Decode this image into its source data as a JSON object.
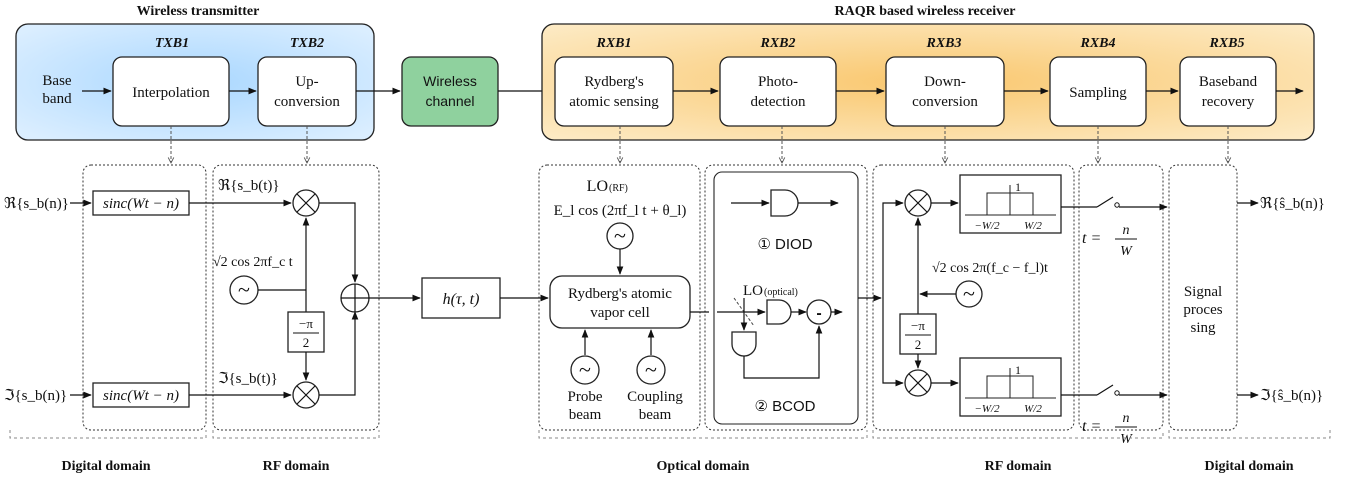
{
  "groups": {
    "transmitter_title": "Wireless transmitter",
    "receiver_title": "RAQR based wireless receiver"
  },
  "colors": {
    "transmitter_fill": "#dbeeff",
    "transmitter_glow": "#a9d7ff",
    "channel_fill": "#8fd19e",
    "receiver_fill": "#fdebc6",
    "receiver_glow": "#f9c76e"
  },
  "tx": {
    "input_line1": "Base",
    "input_line2": "band",
    "txb1_tag": "TXB1",
    "txb1_label": "Interpolation",
    "txb2_tag": "TXB2",
    "txb2_line1": "Up-",
    "txb2_line2": "conversion"
  },
  "channel": {
    "line1": "Wireless",
    "line2": "channel"
  },
  "rx": {
    "rxb1_tag": "RXB1",
    "rxb1_line1": "Rydberg's",
    "rxb1_line2": "atomic sensing",
    "rxb2_tag": "RXB2",
    "rxb2_line1": "Photo-",
    "rxb2_line2": "detection",
    "rxb3_tag": "RXB3",
    "rxb3_line1": "Down-",
    "rxb3_line2": "conversion",
    "rxb4_tag": "RXB4",
    "rxb4_label": "Sampling",
    "rxb5_tag": "RXB5",
    "rxb5_line1": "Baseband",
    "rxb5_line2": "recovery"
  },
  "digital_tx": {
    "in_real": "ℜ{s_b(n)}",
    "in_imag": "ℑ{s_b(n)}",
    "sinc_top": "sinc(Wt − n)",
    "sinc_bottom": "sinc(Wt − n)"
  },
  "rf_tx": {
    "real_label": "ℜ{s_b(t)}",
    "imag_label": "ℑ{s_b(t)}",
    "oscillator_expr": "√2 cos 2πf_c t",
    "phase_num": "−π",
    "phase_den": "2",
    "osc_symbol": "~",
    "mult_symbol": "×",
    "sum_symbol": "+"
  },
  "channel_block": {
    "label": "h(τ, t)"
  },
  "optical": {
    "lo_rf": "LO",
    "lo_rf_sub": "(RF)",
    "field_expr": "E_l cos (2πf_l t + θ_l)",
    "vapor_line1": "Rydberg's atomic",
    "vapor_line2": "vapor cell",
    "probe_line1": "Probe",
    "probe_line2": "beam",
    "coupling_line1": "Coupling",
    "coupling_line2": "beam",
    "diod_label": "① DIOD",
    "lo_optical": "LO",
    "lo_optical_sub": "(optical)",
    "minus_symbol": "-",
    "bcod_label": "② BCOD"
  },
  "rf_rx": {
    "oscillator_expr": "√2 cos 2π(f_c − f_l)t",
    "phase_num": "−π",
    "phase_den": "2",
    "filter_peak": "1",
    "filter_left": "−W/2",
    "filter_right": "W/2"
  },
  "sampling": {
    "t_label": "t =",
    "frac_num": "n",
    "frac_den": "W"
  },
  "digital_rx": {
    "block_line1": "Signal",
    "block_line2": "proces",
    "block_line3": "sing",
    "out_real": "ℜ{ŝ_b(n)}",
    "out_imag": "ℑ{ŝ_b(n)}"
  },
  "domains": {
    "d1": "Digital domain",
    "d2": "RF domain",
    "d3": "Optical domain",
    "d4": "RF domain",
    "d5": "Digital domain"
  }
}
